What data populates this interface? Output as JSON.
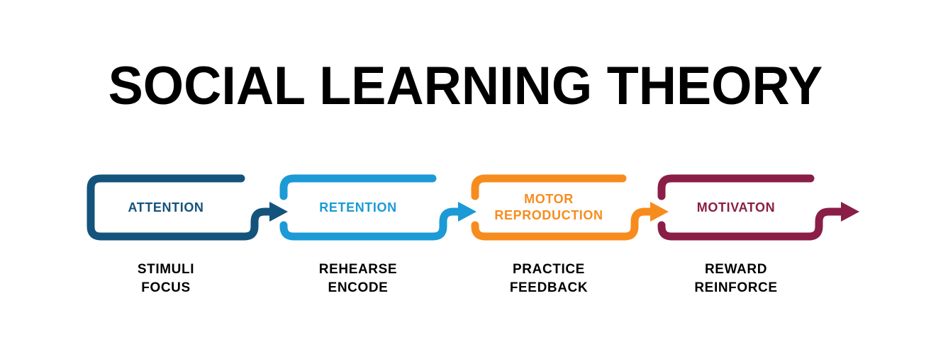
{
  "title": "SOCIAL LEARNING THEORY",
  "colors": {
    "background": "#ffffff",
    "title_text": "#000000",
    "sub_text": "#000000",
    "attention": "#14537c",
    "retention": "#1b9ad6",
    "motor_reproduction": "#f78c1e",
    "motivation": "#8a1e46"
  },
  "steps": [
    {
      "id": "attention",
      "label_line1": "ATTENTION",
      "label_line2": "",
      "sub_line1": "STIMULI",
      "sub_line2": "FOCUS",
      "color": "#14537c"
    },
    {
      "id": "retention",
      "label_line1": "RETENTION",
      "label_line2": "",
      "sub_line1": "REHEARSE",
      "sub_line2": "ENCODE",
      "color": "#1b9ad6"
    },
    {
      "id": "motor-reproduction",
      "label_line1": "MOTOR",
      "label_line2": "REPRODUCTION",
      "sub_line1": "PRACTICE",
      "sub_line2": "FEEDBACK",
      "color": "#f78c1e"
    },
    {
      "id": "motivation",
      "label_line1": "MOTIVATON",
      "label_line2": "",
      "sub_line1": "REWARD",
      "sub_line2": "REINFORCE",
      "color": "#8a1e46"
    }
  ]
}
